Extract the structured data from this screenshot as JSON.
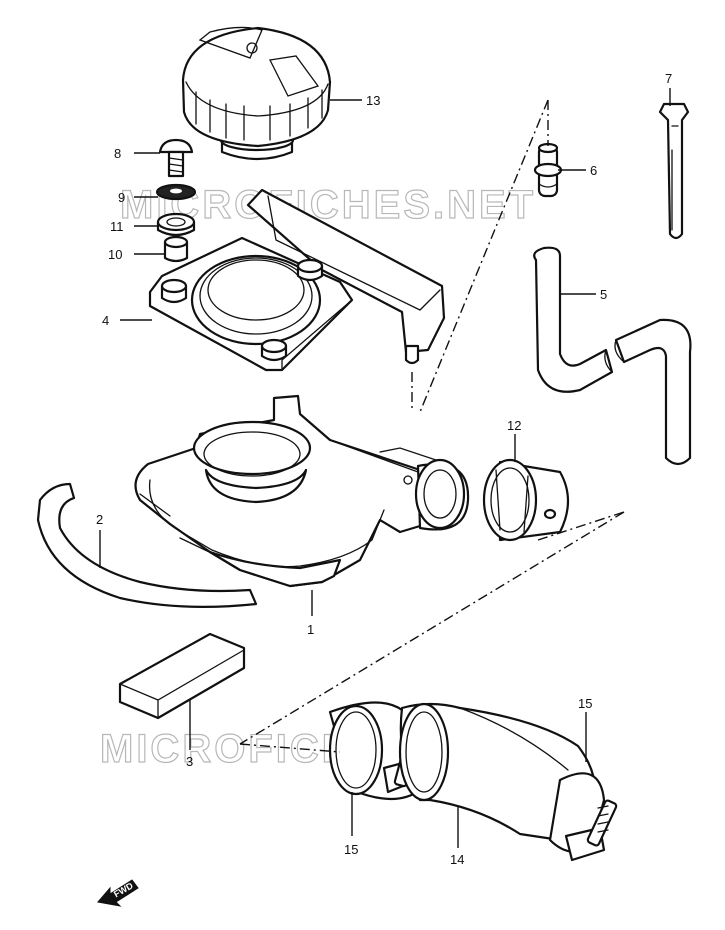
{
  "watermark": "MICROFICHES.NET",
  "fwd_label": "FWD",
  "callouts": {
    "c1": "1",
    "c2": "2",
    "c3": "3",
    "c4": "4",
    "c5": "5",
    "c6": "6",
    "c7": "7",
    "c8": "8",
    "c9": "9",
    "c10": "10",
    "c11": "11",
    "c12": "12",
    "c13": "13",
    "c14": "14",
    "c15a": "15",
    "c15b": "15"
  }
}
